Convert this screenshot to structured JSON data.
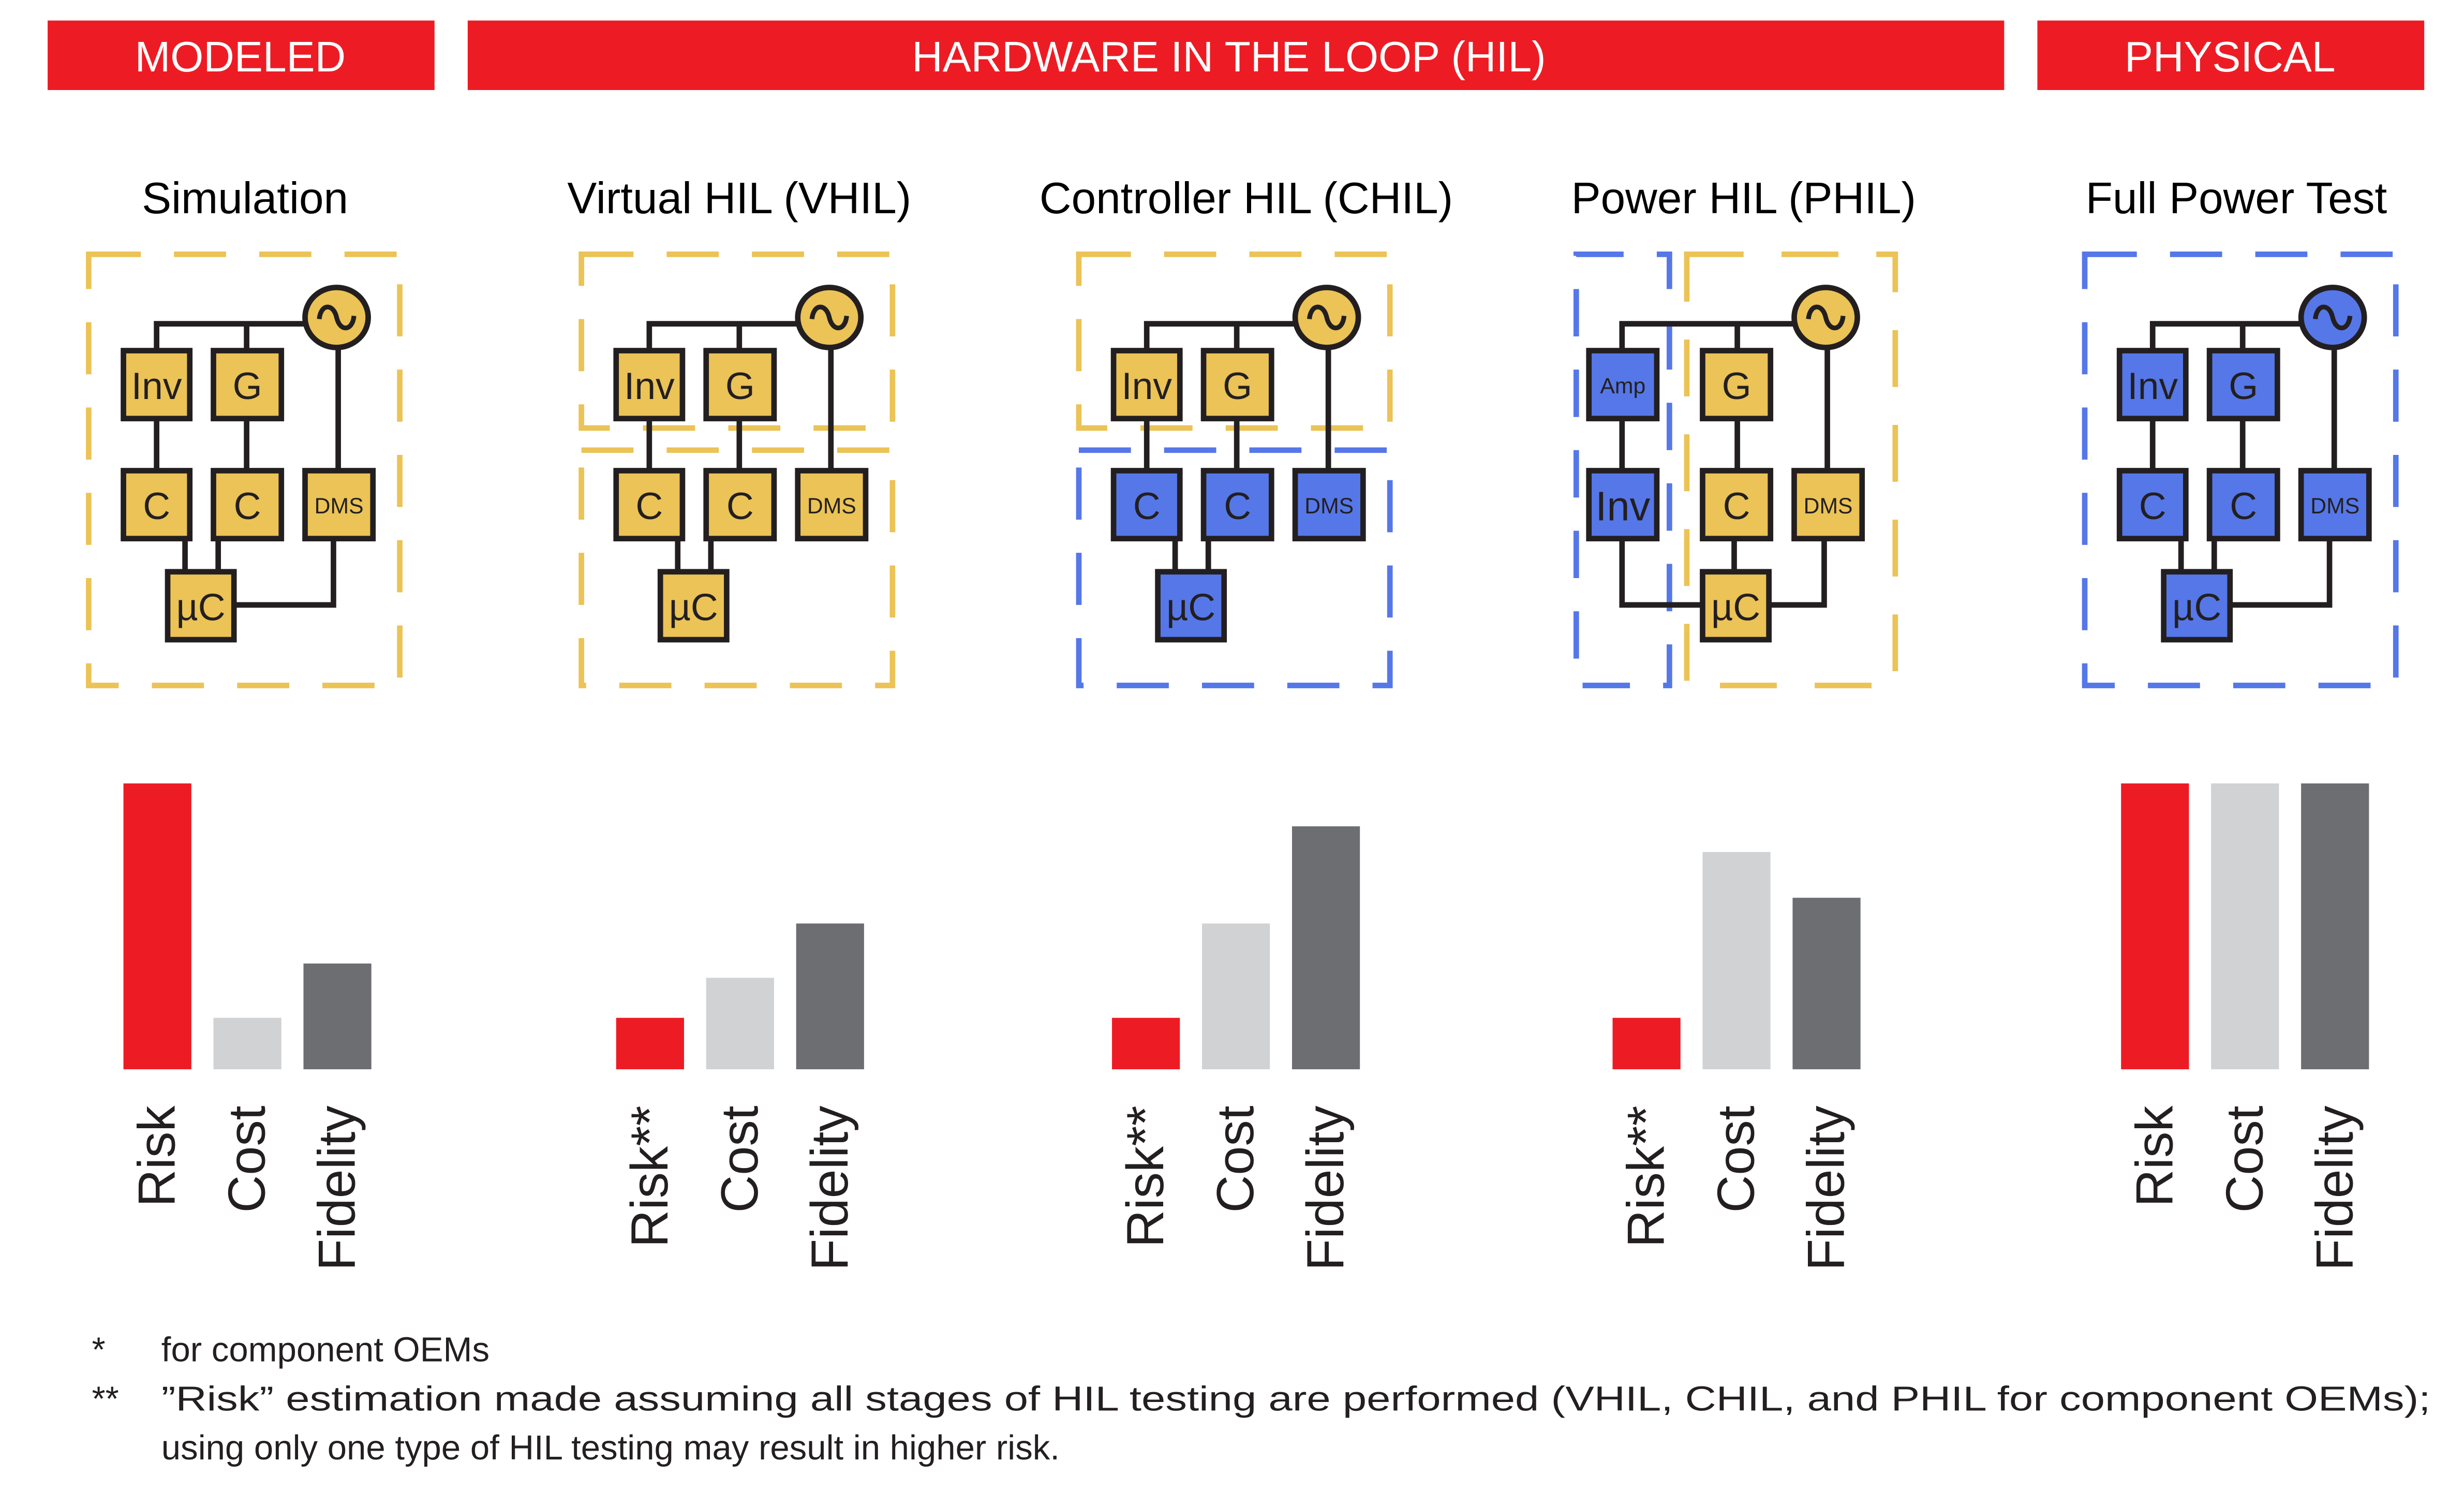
{
  "colors": {
    "header_red": "#ed1c24",
    "model_yellow": "#ebc356",
    "hardware_blue": "#5577e8",
    "wire_black": "#231f20",
    "risk_red": "#ed1c24",
    "cost_lightgray": "#d1d2d4",
    "fidelity_darkgray": "#6d6e72"
  },
  "headers": [
    {
      "label": "MODELED"
    },
    {
      "label": "HARDWARE IN THE LOOP (HIL)"
    },
    {
      "label": "PHYSICAL"
    }
  ],
  "stages": [
    {
      "title": "Simulation",
      "nodes": {
        "inv": "Inv",
        "g": "G",
        "c1": "C",
        "c2": "C",
        "dms": "DMS",
        "uc": "µC"
      },
      "node_colors": {
        "source": "model",
        "inv": "model",
        "g": "model",
        "c1": "model",
        "c2": "model",
        "dms": "model",
        "uc": "model"
      },
      "boxes": "single-model",
      "uc_to_dms": true
    },
    {
      "title": "Virtual HIL (VHIL)",
      "nodes": {
        "inv": "Inv",
        "g": "G",
        "c1": "C",
        "c2": "C",
        "dms": "DMS",
        "uc": "µC"
      },
      "node_colors": {
        "source": "model",
        "inv": "model",
        "g": "model",
        "c1": "model",
        "c2": "model",
        "dms": "model",
        "uc": "model"
      },
      "boxes": "split-model-model",
      "uc_to_dms": false
    },
    {
      "title": "Controller HIL (CHIL)",
      "nodes": {
        "inv": "Inv",
        "g": "G",
        "c1": "C",
        "c2": "C",
        "dms": "DMS",
        "uc": "µC"
      },
      "node_colors": {
        "source": "model",
        "inv": "model",
        "g": "model",
        "c1": "hardware",
        "c2": "hardware",
        "dms": "hardware",
        "uc": "hardware"
      },
      "boxes": "split-model-hardware",
      "uc_to_dms": false
    },
    {
      "title": "Power HIL (PHIL)",
      "nodes": {
        "amp": "Amp",
        "inv": "Inv",
        "g": "G",
        "c": "C",
        "dms": "DMS",
        "uc": "µC"
      },
      "node_colors": {
        "source": "model",
        "amp": "hardware",
        "inv": "hardware",
        "g": "model",
        "c": "model",
        "dms": "model",
        "uc": "model"
      },
      "boxes": "side-hardware-model",
      "uc_to_dms": true
    },
    {
      "title": "Full Power Test",
      "nodes": {
        "inv": "Inv",
        "g": "G",
        "c1": "C",
        "c2": "C",
        "dms": "DMS",
        "uc": "µC"
      },
      "node_colors": {
        "source": "hardware",
        "inv": "hardware",
        "g": "hardware",
        "c1": "hardware",
        "c2": "hardware",
        "dms": "hardware",
        "uc": "hardware"
      },
      "boxes": "single-hardware",
      "uc_to_dms": true
    }
  ],
  "chart_data": {
    "type": "bar",
    "title": "",
    "xlabel": "",
    "ylabel": "",
    "ylim": [
      0,
      100
    ],
    "grid": false,
    "unit": "relative level (% of maximum, estimated)",
    "groups": [
      "Simulation",
      "Virtual HIL (VHIL)",
      "Controller HIL (CHIL)",
      "Power HIL (PHIL)",
      "Full Power Test"
    ],
    "series": [
      {
        "name": "Risk",
        "color": "#ed1c24",
        "labels": [
          "Risk",
          "Risk**",
          "Risk**",
          "Risk**",
          "Risk"
        ],
        "values": [
          100,
          18,
          18,
          18,
          100
        ]
      },
      {
        "name": "Cost",
        "color": "#d1d2d4",
        "labels": [
          "Cost",
          "Cost",
          "Cost",
          "Cost",
          "Cost"
        ],
        "values": [
          18,
          32,
          51,
          76,
          100
        ]
      },
      {
        "name": "Fidelity",
        "color": "#6d6e72",
        "labels": [
          "Fidelity",
          "Fidelity",
          "Fidelity",
          "Fidelity",
          "Fidelity"
        ],
        "values": [
          37,
          51,
          85,
          60,
          100
        ]
      }
    ]
  },
  "footnotes": [
    {
      "marker": "*",
      "lines": [
        "for component OEMs"
      ]
    },
    {
      "marker": "**",
      "lines": [
        "”Risk” estimation made assuming all stages of HIL testing are performed (VHIL, CHIL, and PHIL for component OEMs);",
        "using only one type of HIL testing may result in higher risk."
      ]
    }
  ]
}
